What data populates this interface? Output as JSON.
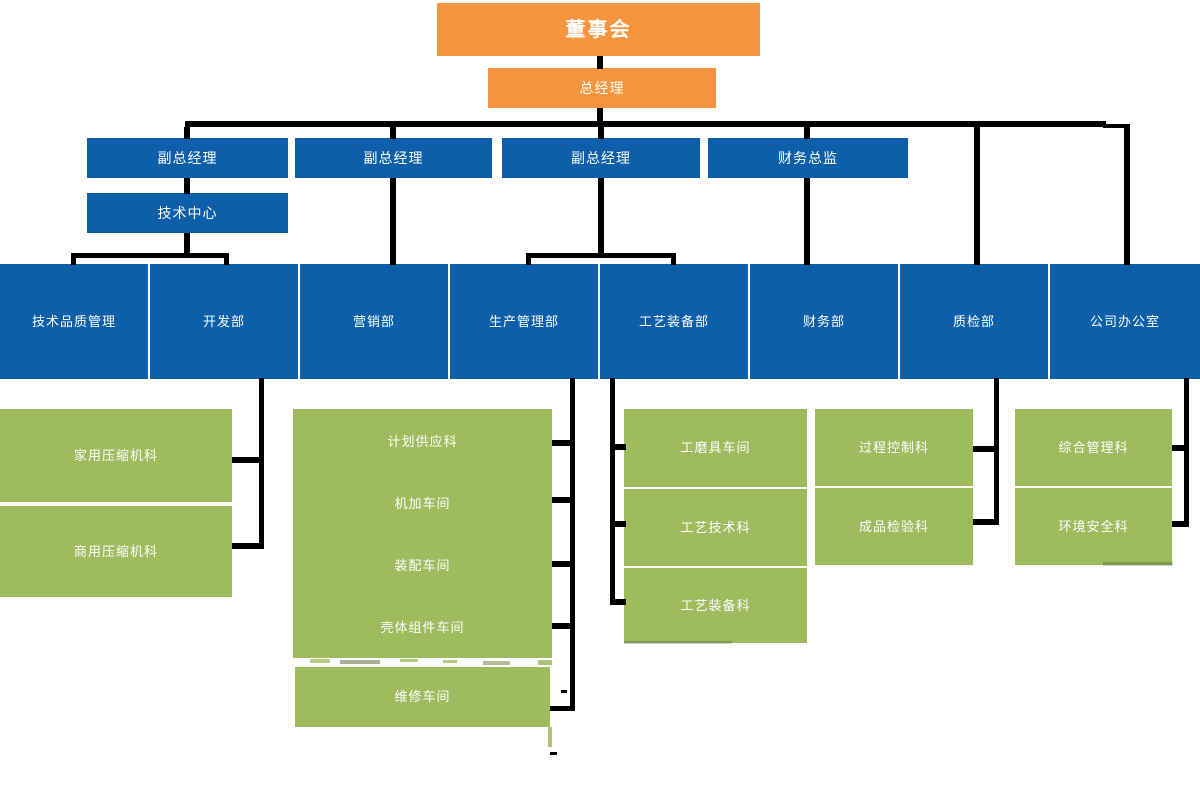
{
  "colors": {
    "orange": "#F7943E",
    "blue": "#0C5FA8",
    "green": "#9EBB5E",
    "connector": "#000000",
    "text_on_fill": "#FFFFFF"
  },
  "org": {
    "board": "董事会",
    "general_manager": "总经理",
    "vice_general_managers": [
      "副总经理",
      "副总经理",
      "副总经理"
    ],
    "finance_director": "财务总监",
    "tech_center": "技术中心",
    "departments": [
      "技术品质管理",
      "开发部",
      "营销部",
      "生产管理部",
      "工艺装备部",
      "财务部",
      "质检部",
      "公司办公室"
    ],
    "development_children": [
      "家用压缩机科",
      "商用压缩机科"
    ],
    "production_children": [
      "计划供应科",
      "机加车间",
      "装配车间",
      "壳体组件车间"
    ],
    "production_children_extra": [
      "维修车间"
    ],
    "tooling_children": [
      "工磨具车间",
      "工艺技术科",
      "工艺装备科"
    ],
    "inspection_children": [
      "过程控制科",
      "成品检验科"
    ],
    "office_children": [
      "综合管理科",
      "环境安全科"
    ]
  }
}
